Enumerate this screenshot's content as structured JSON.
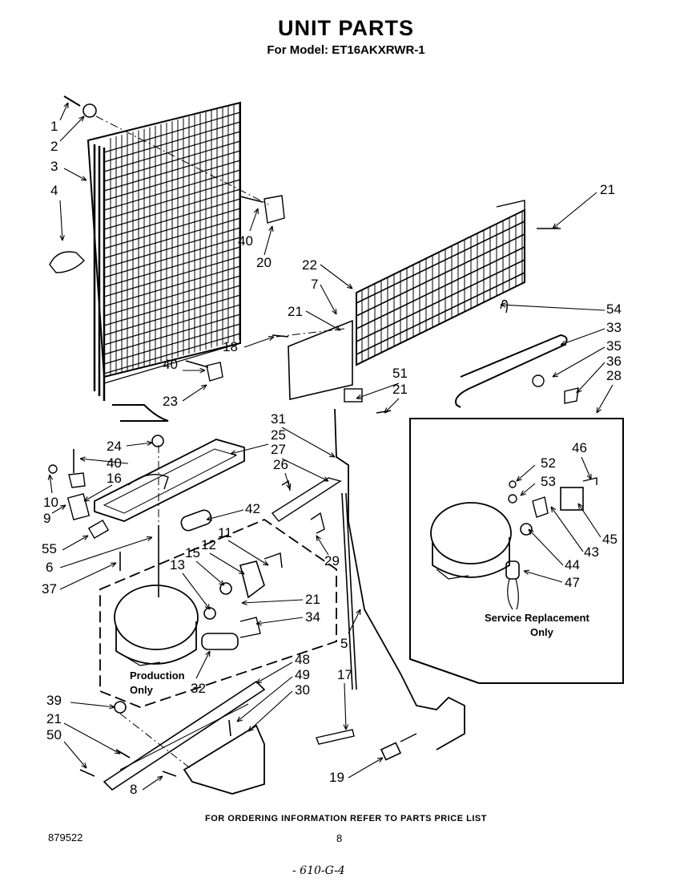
{
  "header": {
    "title": "UNIT PARTS",
    "subtitle": "For Model: ET16AKXRWR-1"
  },
  "callouts": [
    {
      "id": "c1",
      "text": "1"
    },
    {
      "id": "c2",
      "text": "2"
    },
    {
      "id": "c3",
      "text": "3"
    },
    {
      "id": "c4",
      "text": "4"
    },
    {
      "id": "c40a",
      "text": "40"
    },
    {
      "id": "c20",
      "text": "20"
    },
    {
      "id": "c21a",
      "text": "21"
    },
    {
      "id": "c22",
      "text": "22"
    },
    {
      "id": "c7",
      "text": "7"
    },
    {
      "id": "c21b",
      "text": "21"
    },
    {
      "id": "c18",
      "text": "18"
    },
    {
      "id": "c54",
      "text": "54"
    },
    {
      "id": "c33",
      "text": "33"
    },
    {
      "id": "c35",
      "text": "35"
    },
    {
      "id": "c36",
      "text": "36"
    },
    {
      "id": "c28",
      "text": "28"
    },
    {
      "id": "c40b",
      "text": "40"
    },
    {
      "id": "c23",
      "text": "23"
    },
    {
      "id": "c51",
      "text": "51"
    },
    {
      "id": "c21c",
      "text": "21"
    },
    {
      "id": "c31",
      "text": "31"
    },
    {
      "id": "c25",
      "text": "25"
    },
    {
      "id": "c27",
      "text": "27"
    },
    {
      "id": "c26",
      "text": "26"
    },
    {
      "id": "c24",
      "text": "24"
    },
    {
      "id": "c40c",
      "text": "40"
    },
    {
      "id": "c16",
      "text": "16"
    },
    {
      "id": "c10",
      "text": "10"
    },
    {
      "id": "c9",
      "text": "9"
    },
    {
      "id": "c42",
      "text": "42"
    },
    {
      "id": "c55",
      "text": "55"
    },
    {
      "id": "c11",
      "text": "11"
    },
    {
      "id": "c12",
      "text": "12"
    },
    {
      "id": "c15",
      "text": "15"
    },
    {
      "id": "c13",
      "text": "13"
    },
    {
      "id": "c29",
      "text": "29"
    },
    {
      "id": "c6",
      "text": "6"
    },
    {
      "id": "c37",
      "text": "37"
    },
    {
      "id": "c21d",
      "text": "21"
    },
    {
      "id": "c34",
      "text": "34"
    },
    {
      "id": "c32",
      "text": "32"
    },
    {
      "id": "c5",
      "text": "5"
    },
    {
      "id": "c48",
      "text": "48"
    },
    {
      "id": "c49",
      "text": "49"
    },
    {
      "id": "c30",
      "text": "30"
    },
    {
      "id": "c17",
      "text": "17"
    },
    {
      "id": "c39",
      "text": "39"
    },
    {
      "id": "c21e",
      "text": "21"
    },
    {
      "id": "c50",
      "text": "50"
    },
    {
      "id": "c8",
      "text": "8"
    },
    {
      "id": "c19",
      "text": "19"
    },
    {
      "id": "c46",
      "text": "46"
    },
    {
      "id": "c52",
      "text": "52"
    },
    {
      "id": "c53",
      "text": "53"
    },
    {
      "id": "c45",
      "text": "45"
    },
    {
      "id": "c43",
      "text": "43"
    },
    {
      "id": "c44",
      "text": "44"
    },
    {
      "id": "c47",
      "text": "47"
    }
  ],
  "notes": {
    "production_line1": "Production",
    "production_line2": "Only",
    "service_line1": "Service Replacement",
    "service_line2": "Only"
  },
  "footer": {
    "ordering_info": "FOR ORDERING INFORMATION REFER TO PARTS PRICE LIST",
    "doc_number": "879522",
    "page_number": "8",
    "handwritten": "- 610-G-4"
  }
}
